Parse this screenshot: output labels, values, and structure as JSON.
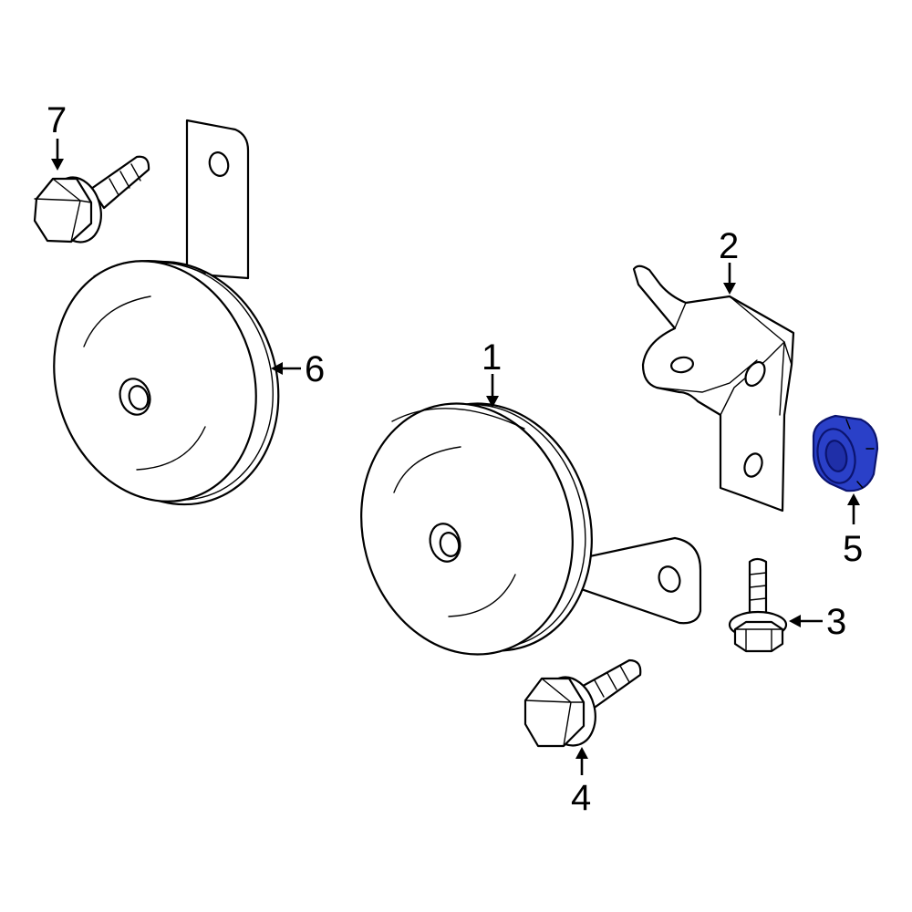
{
  "diagram": {
    "highlight_color": "#2a40c8",
    "highlight_stroke": "#0b1470",
    "callouts": [
      {
        "id": "horn-low",
        "label": "1"
      },
      {
        "id": "bracket",
        "label": "2"
      },
      {
        "id": "bolt-small",
        "label": "3"
      },
      {
        "id": "bolt-lower",
        "label": "4"
      },
      {
        "id": "nut",
        "label": "5"
      },
      {
        "id": "horn-high",
        "label": "6"
      },
      {
        "id": "bolt-upper",
        "label": "7"
      }
    ]
  }
}
